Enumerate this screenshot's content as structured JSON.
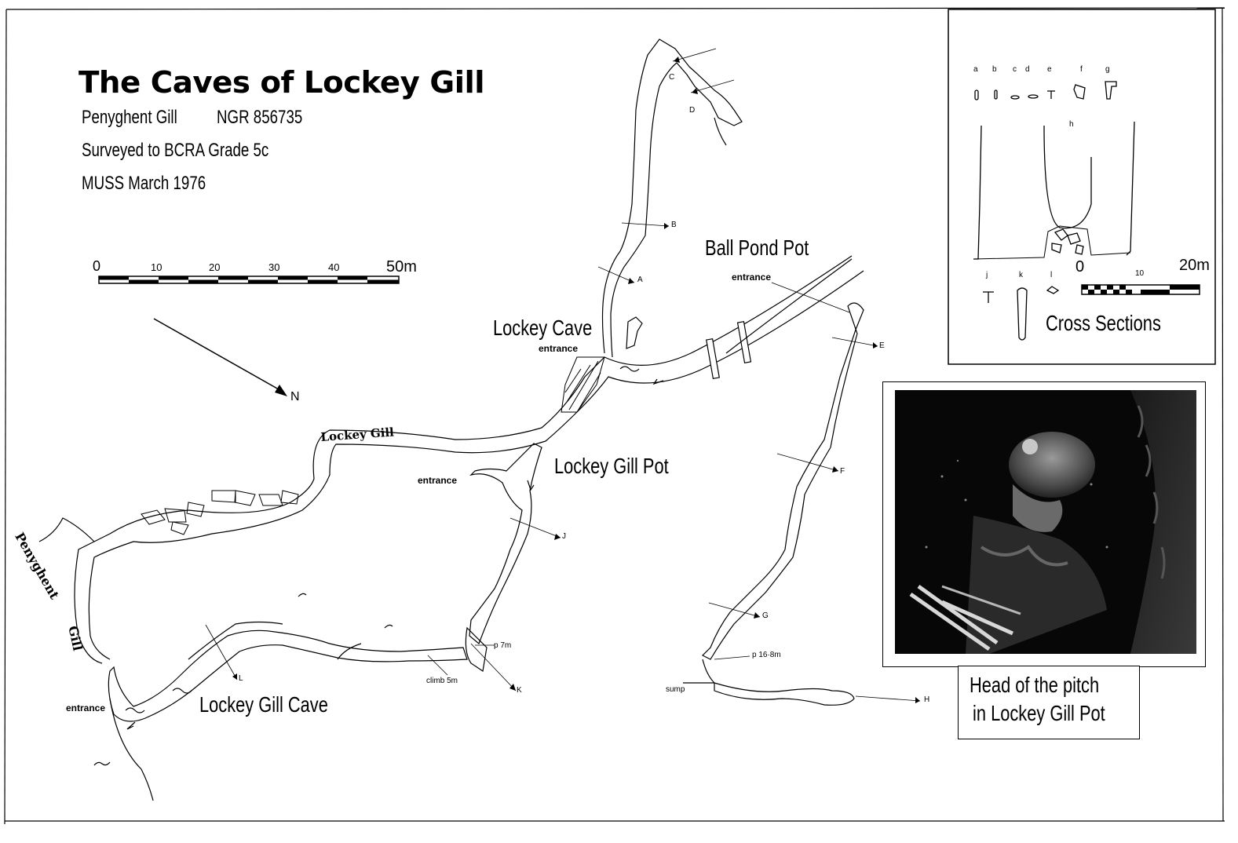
{
  "title": "The Caves of Lockey Gill",
  "info": {
    "location": "Penyghent Gill",
    "ngr": "NGR 856735",
    "survey": "Surveyed  to BCRA  Grade 5c",
    "credit": "MUSS   March  1976"
  },
  "scale_bar": {
    "ticks": [
      "0",
      "10",
      "20",
      "30",
      "40",
      "50m"
    ]
  },
  "north_label": "N",
  "features": {
    "ball_pond_pot": "Ball Pond Pot",
    "lockey_cave": "Lockey Cave",
    "lockey_gill_pot": "Lockey Gill Pot",
    "lockey_gill_cave": "Lockey Gill Cave",
    "stream_lockey_gill": "Lockey Gill",
    "stream_penyghent": "Penyghent",
    "stream_gill": "Gill"
  },
  "entrance_label": "entrance",
  "annotations": {
    "p7m": "p 7m",
    "p168m": "p 16·8m",
    "climb": "climb 5m",
    "sump": "sump"
  },
  "section_markers": [
    "A",
    "B",
    "C",
    "D",
    "E",
    "F",
    "G",
    "H",
    "J",
    "K",
    "L"
  ],
  "cross_sections": {
    "title": "Cross Sections",
    "letters_top": [
      "a",
      "b",
      "c",
      "d",
      "e",
      "f",
      "g"
    ],
    "letter_h": "h",
    "letters_bottom": [
      "j",
      "k",
      "l"
    ],
    "scale": [
      "0",
      "10",
      "20m"
    ]
  },
  "photo_caption": {
    "line1": "Head of the pitch",
    "line2": "in Lockey Gill Pot"
  }
}
